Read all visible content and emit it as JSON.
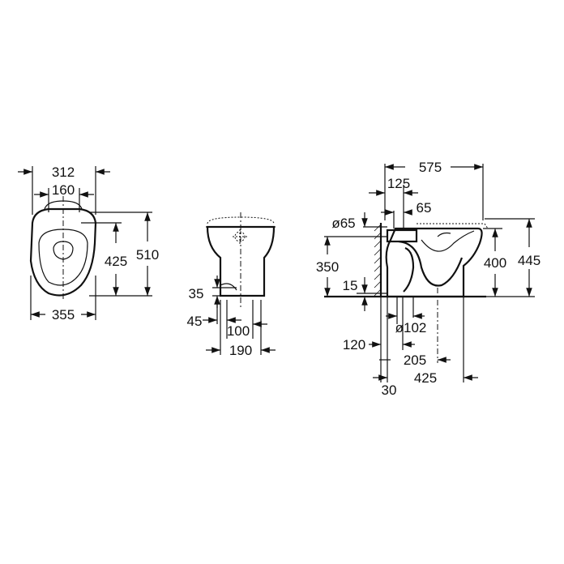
{
  "top_view": {
    "dims": {
      "width_seat": "312",
      "fixing_spacing": "160",
      "depth_inner": "425",
      "depth_total": "510",
      "width_bowl": "355"
    }
  },
  "front_view": {
    "dims": {
      "outlet_height": "35",
      "outlet_offset": "45",
      "foot_width": "100",
      "base_width": "190"
    }
  },
  "side_view": {
    "dims": {
      "total_depth": "575",
      "inlet_offset": "125",
      "inlet_depth": "65",
      "inlet_diameter": "ø65",
      "inlet_height": "350",
      "outlet_clearance": "15",
      "rim_height": "400",
      "total_height": "445",
      "outlet_diameter": "ø102",
      "outlet_wall": "120",
      "floor_outlet": "205",
      "floor_depth": "425",
      "wall_gap": "30"
    }
  }
}
